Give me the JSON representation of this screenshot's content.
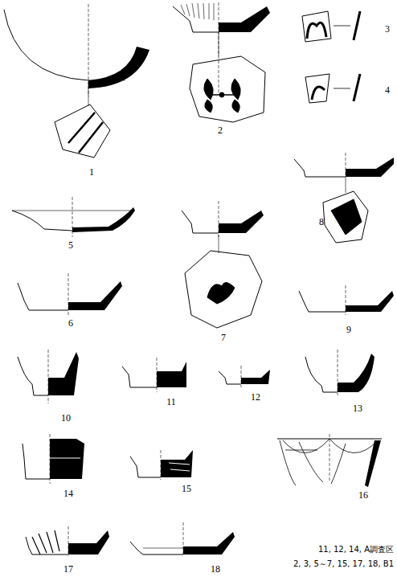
{
  "diagram": {
    "labels": [
      "1",
      "2",
      "3",
      "4",
      "5",
      "8",
      "6",
      "7",
      "9",
      "10",
      "11",
      "12",
      "13",
      "14",
      "15",
      "16",
      "17",
      "18",
      "11, 12, 14, A調査区",
      "2, 3, 5～7, 15, 17, 18, B1"
    ]
  }
}
